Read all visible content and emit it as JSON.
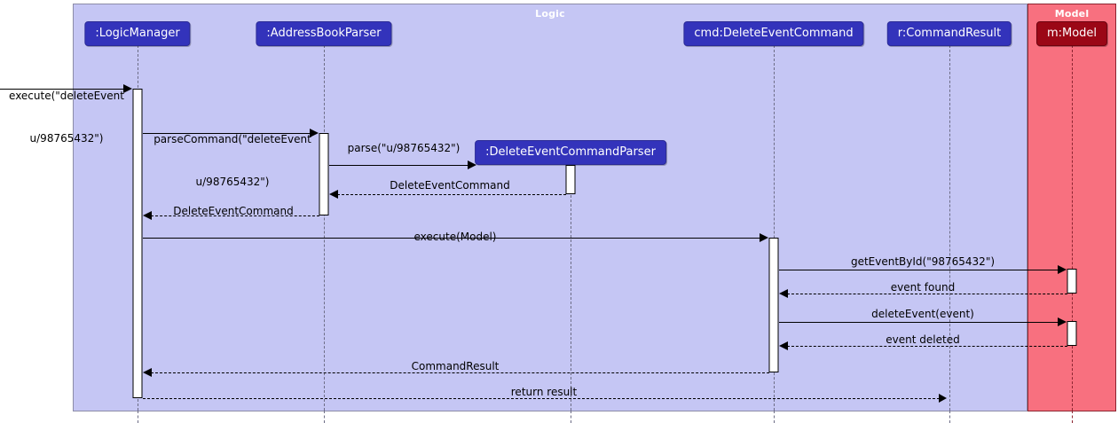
{
  "diagram": {
    "type": "uml-sequence-diagram",
    "frames": [
      {
        "name": "Logic",
        "label": "Logic",
        "color": "#C5C6F4",
        "border": "#8C8CA8"
      },
      {
        "name": "Model",
        "label": "Model",
        "color": "#F8707F",
        "border": "#8C2430"
      }
    ],
    "participants": [
      {
        "id": "logicmanager",
        "label": ":LogicManager",
        "frame": "Logic",
        "color": "#3333BB"
      },
      {
        "id": "addressbookparser",
        "label": ":AddressBookParser",
        "frame": "Logic",
        "color": "#3333BB"
      },
      {
        "id": "deleteeventcommandparser",
        "label": ":DeleteEventCommandParser",
        "frame": "Logic",
        "color": "#3333BB"
      },
      {
        "id": "deleteeventcommand",
        "label": "cmd:DeleteEventCommand",
        "frame": "Logic",
        "color": "#3333BB"
      },
      {
        "id": "commandresult",
        "label": "r:CommandResult",
        "frame": "Logic",
        "color": "#3333BB"
      },
      {
        "id": "model",
        "label": "m:Model",
        "frame": "Model",
        "color": "#9B0716"
      }
    ],
    "messages": [
      {
        "id": "m1",
        "text": "execute(\"deleteEvent\nu/98765432\")",
        "from": "actor",
        "to": "logicmanager",
        "kind": "call"
      },
      {
        "id": "m2",
        "text": "parseCommand(\"deleteEvent\nu/98765432\")",
        "from": "logicmanager",
        "to": "addressbookparser",
        "kind": "call"
      },
      {
        "id": "m3",
        "text": "parse(\"u/98765432\")",
        "from": "addressbookparser",
        "to": "deleteeventcommandparser",
        "kind": "call"
      },
      {
        "id": "m4",
        "text": "DeleteEventCommand",
        "from": "deleteeventcommandparser",
        "to": "addressbookparser",
        "kind": "return"
      },
      {
        "id": "m5",
        "text": "DeleteEventCommand",
        "from": "addressbookparser",
        "to": "logicmanager",
        "kind": "return"
      },
      {
        "id": "m6",
        "text": "execute(Model)",
        "from": "logicmanager",
        "to": "deleteeventcommand",
        "kind": "call"
      },
      {
        "id": "m7",
        "text": "getEventById(\"98765432\")",
        "from": "deleteeventcommand",
        "to": "model",
        "kind": "call"
      },
      {
        "id": "m8",
        "text": "event found",
        "from": "model",
        "to": "deleteeventcommand",
        "kind": "return"
      },
      {
        "id": "m9",
        "text": "deleteEvent(event)",
        "from": "deleteeventcommand",
        "to": "model",
        "kind": "call"
      },
      {
        "id": "m10",
        "text": "event deleted",
        "from": "model",
        "to": "deleteeventcommand",
        "kind": "return"
      },
      {
        "id": "m11",
        "text": "CommandResult",
        "from": "deleteeventcommand",
        "to": "logicmanager",
        "kind": "return"
      },
      {
        "id": "m12",
        "text": "return result",
        "from": "logicmanager",
        "to": "commandresult",
        "kind": "return"
      }
    ]
  },
  "labels": {
    "frame_logic": "Logic",
    "frame_model": "Model",
    "p_logicmanager": ":LogicManager",
    "p_addressbookparser": ":AddressBookParser",
    "p_deleteeventcommandparser": ":DeleteEventCommandParser",
    "p_deleteeventcommand": "cmd:DeleteEventCommand",
    "p_commandresult": "r:CommandResult",
    "p_model": "m:Model",
    "m1_line1": "execute(\"deleteEvent",
    "m1_line2": "u/98765432\")",
    "m2_line1": "parseCommand(\"deleteEvent",
    "m2_line2": "u/98765432\")",
    "m3": "parse(\"u/98765432\")",
    "m4": "DeleteEventCommand",
    "m5": "DeleteEventCommand",
    "m6": "execute(Model)",
    "m7": "getEventById(\"98765432\")",
    "m8": "event found",
    "m9": "deleteEvent(event)",
    "m10": "event deleted",
    "m11": "CommandResult",
    "m12": "return result"
  }
}
